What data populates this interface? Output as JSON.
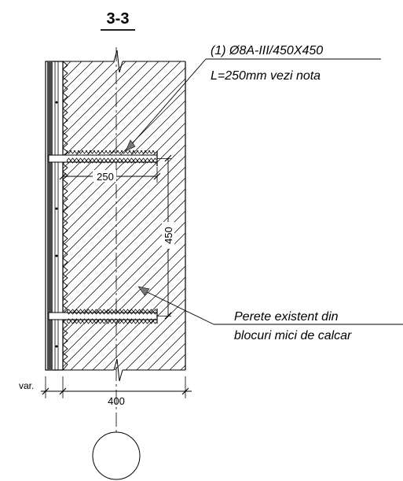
{
  "section_title": "3-3",
  "anchor_spec": "(1) Ø8A-III/450X450",
  "anchor_length_note": "L=250mm   vezi nota",
  "dim_anchor_length": "250",
  "dim_anchor_spacing": "450",
  "dim_wall_thickness": "400",
  "dim_variable": "var.",
  "wall_label_line1": "Perete  existent din",
  "wall_label_line2": "blocuri mici de calcar"
}
